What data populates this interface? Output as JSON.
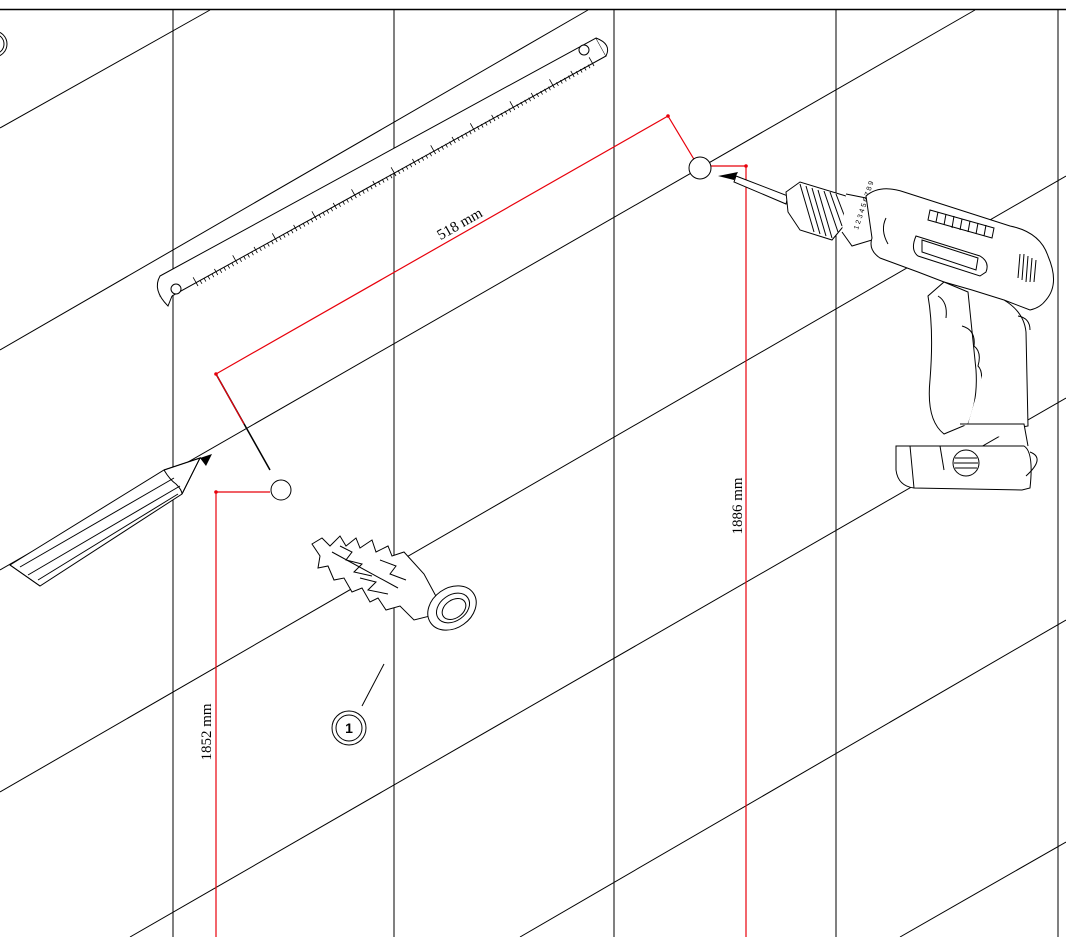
{
  "dimensions": {
    "horizontal_label": "518 mm",
    "left_vertical_label": "1852 mm",
    "right_vertical_label": "1886 mm",
    "line_color": "#e8000b"
  },
  "callouts": {
    "wall_plug_number": "1"
  },
  "tools": [
    "ruler",
    "pencil",
    "wall-plug",
    "cordless-drill"
  ],
  "drill_chuck_marks": "1 2 3 4 5 6 7 8 9",
  "colors": {
    "ink": "#000000",
    "background": "#ffffff",
    "dimension": "#e8000b"
  }
}
